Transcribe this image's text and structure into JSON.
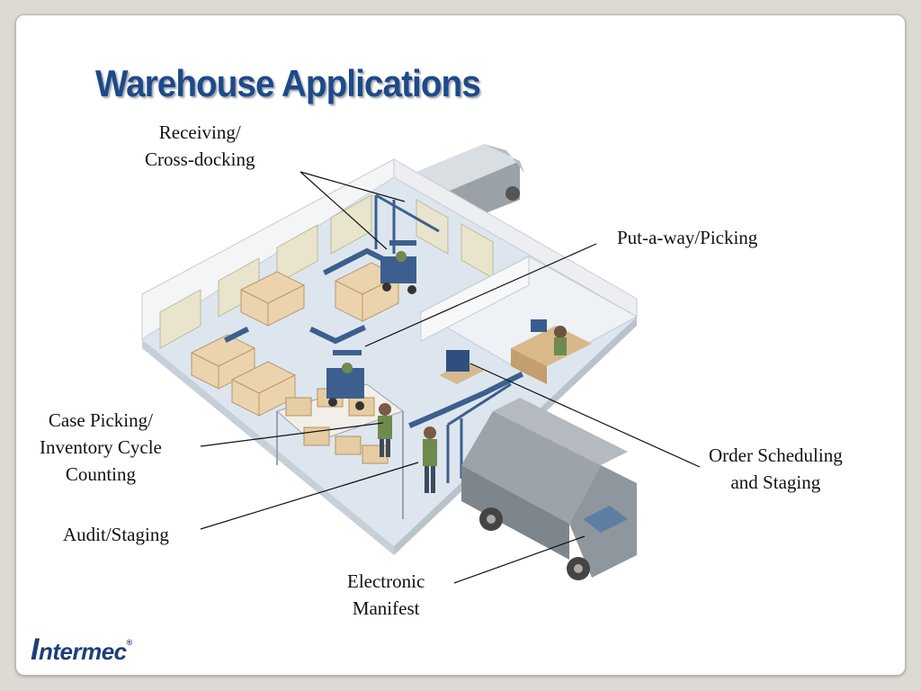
{
  "slide": {
    "title": "Warehouse Applications",
    "logo": {
      "first": "I",
      "rest": "ntermec",
      "mark": "®"
    }
  },
  "labels": {
    "receiving": [
      "Receiving/",
      "Cross-docking"
    ],
    "putaway": "Put-a-way/Picking",
    "case_picking": [
      "Case Picking/",
      "Inventory Cycle",
      "Counting"
    ],
    "audit": "Audit/Staging",
    "order_scheduling": [
      "Order Scheduling",
      "and Staging"
    ],
    "manifest": [
      "Electronic",
      "Manifest"
    ]
  },
  "colors": {
    "title": "#1c4a8a",
    "floor": "#dfe7ef",
    "wall": "#f3f4f6",
    "equipment_blue": "#3d5f8f",
    "box": "#e9d2ad",
    "truck": "#8d949a"
  }
}
